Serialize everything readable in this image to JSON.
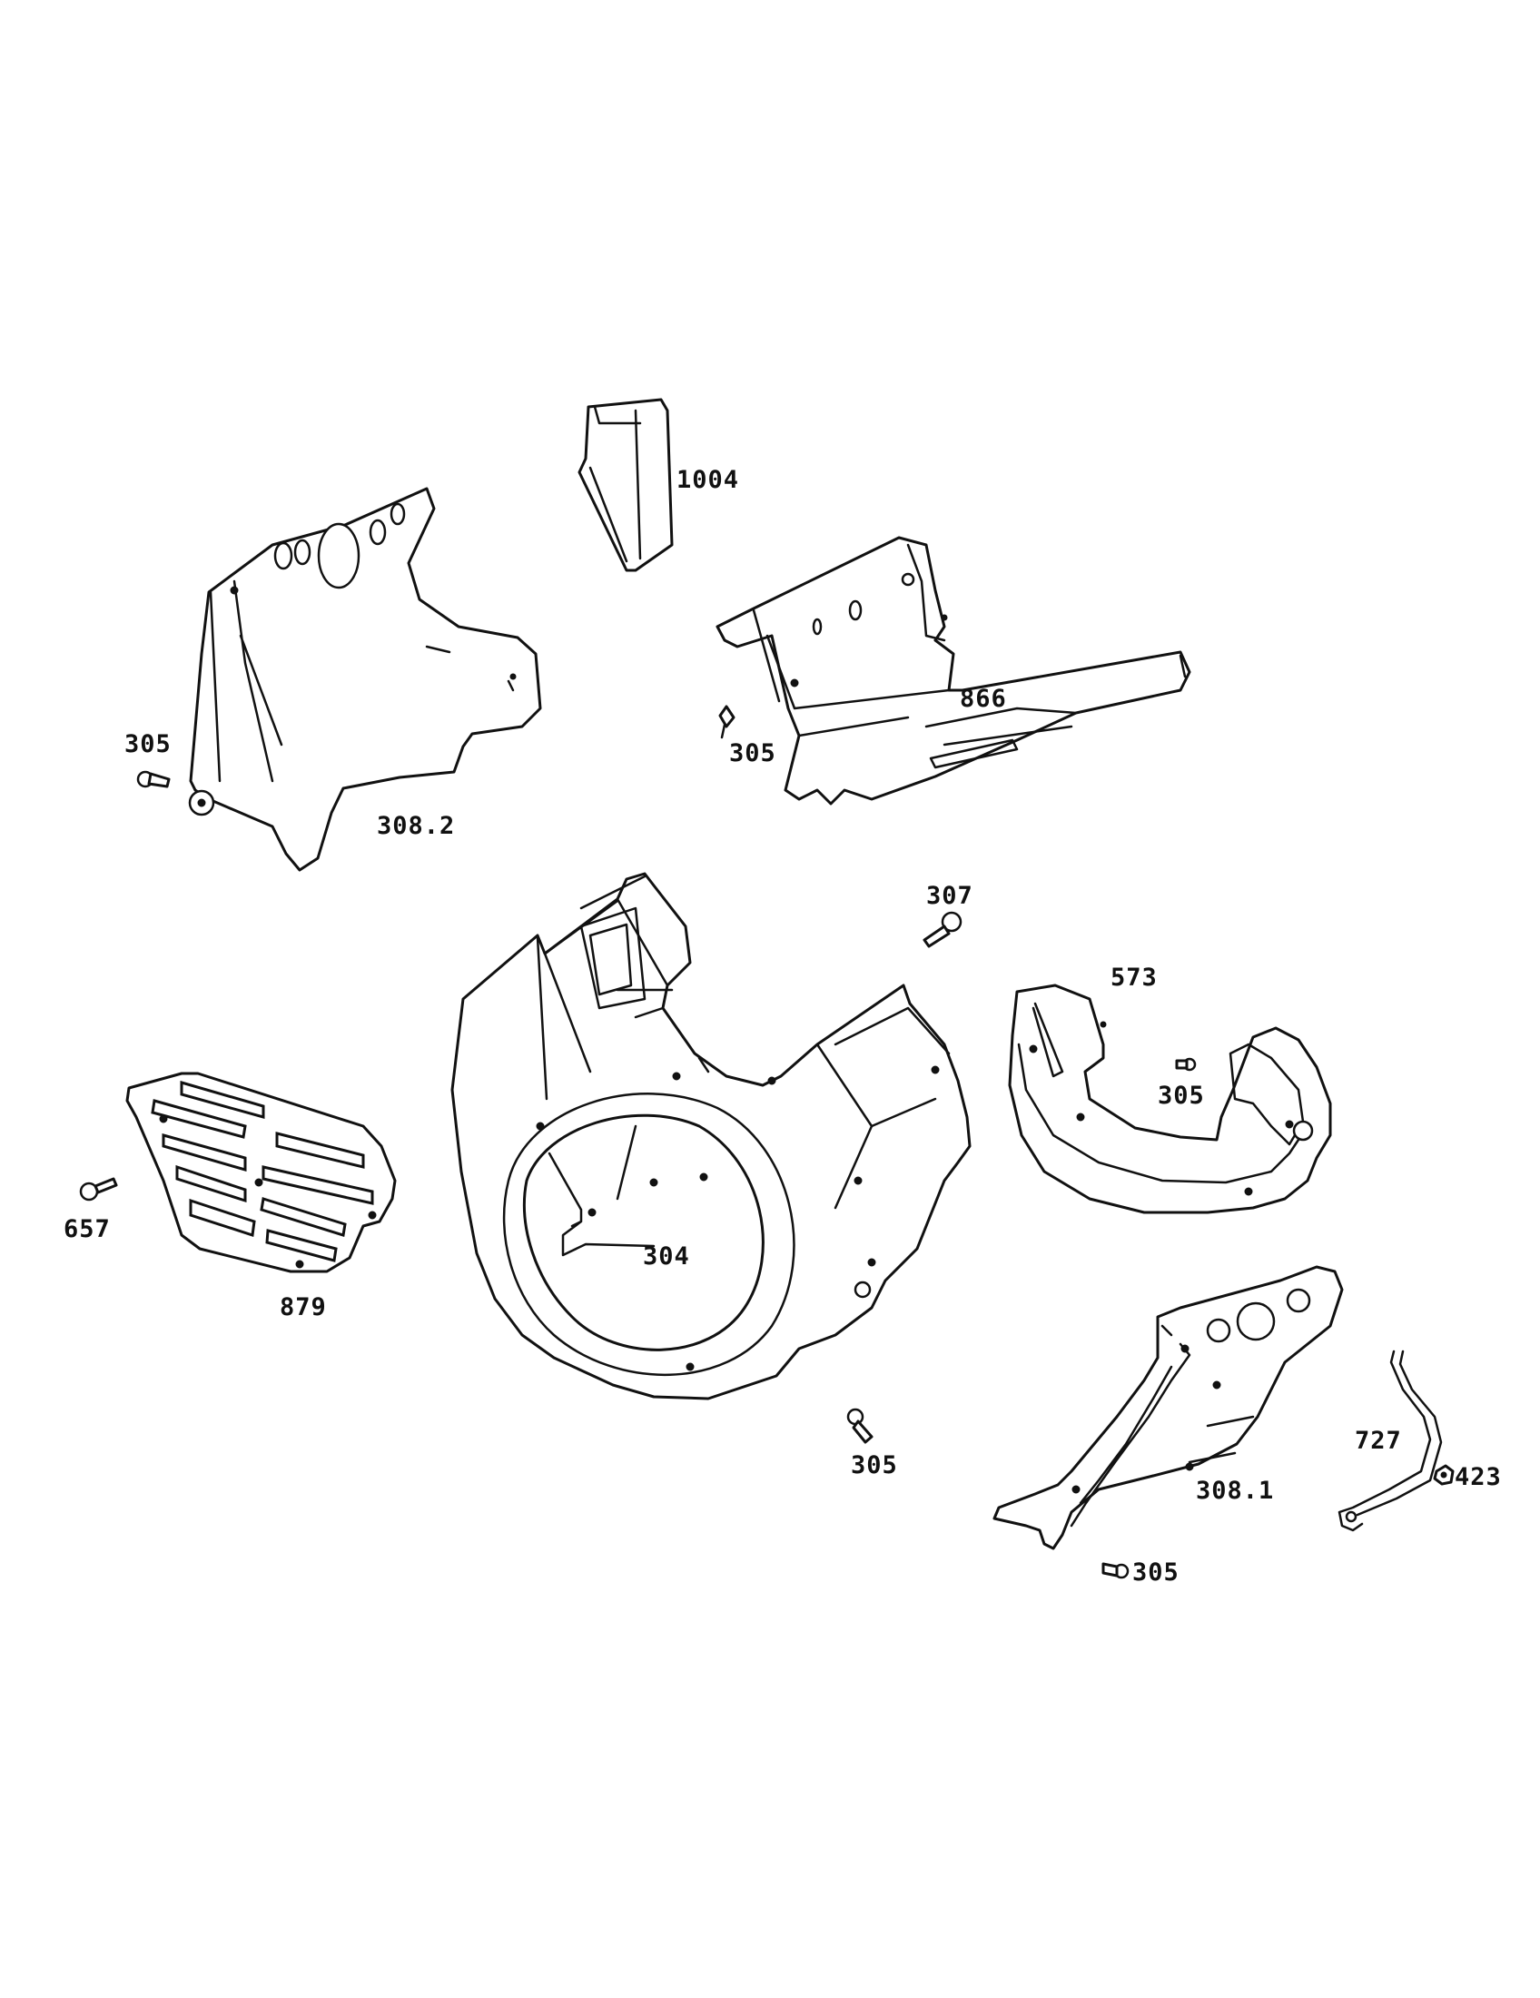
{
  "diagram": {
    "style": {
      "line_color": "#111111",
      "background": "#ffffff"
    },
    "parts": [
      {
        "id": "bracket_1004",
        "label": "1004"
      },
      {
        "id": "shield_308_2",
        "label": "308.2"
      },
      {
        "id": "screw_305_a",
        "label": "305"
      },
      {
        "id": "cover_866",
        "label": "866"
      },
      {
        "id": "screw_305_b",
        "label": "305"
      },
      {
        "id": "screw_307",
        "label": "307"
      },
      {
        "id": "baffle_573",
        "label": "573"
      },
      {
        "id": "screw_305_c",
        "label": "305"
      },
      {
        "id": "blower_housing_304",
        "label": "304"
      },
      {
        "id": "grille_879",
        "label": "879"
      },
      {
        "id": "screw_657",
        "label": "657"
      },
      {
        "id": "screw_305_d",
        "label": "305"
      },
      {
        "id": "shield_308_1",
        "label": "308.1"
      },
      {
        "id": "screw_305_e",
        "label": "305"
      },
      {
        "id": "wire_727",
        "label": "727"
      },
      {
        "id": "nut_423",
        "label": "423"
      }
    ]
  }
}
